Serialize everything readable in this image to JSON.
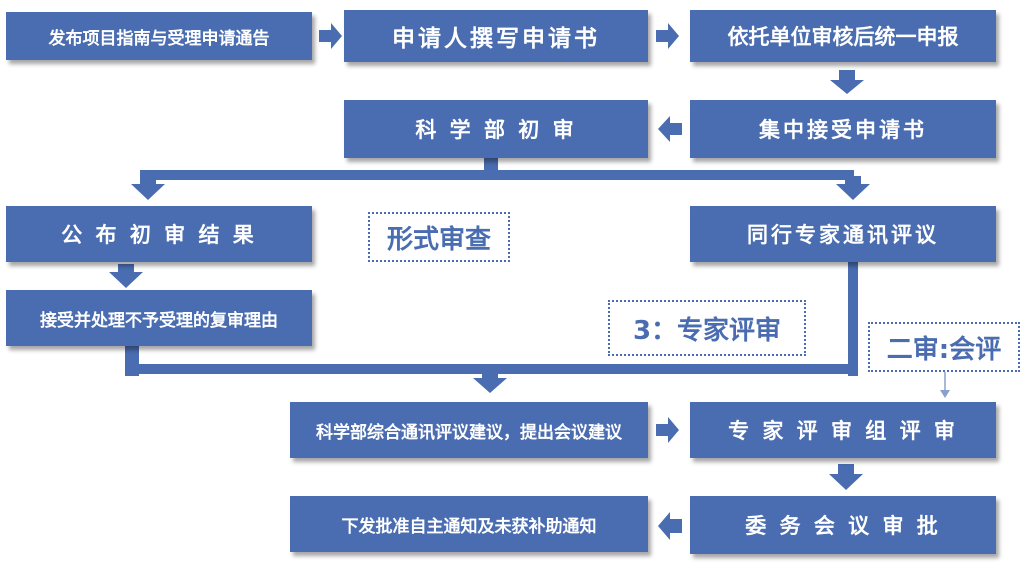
{
  "diagram": {
    "steps": {
      "publish_guide": "发布项目指南与受理申请通告",
      "write_application": "申请人撰写申请书",
      "unit_review": "依托单位审核后统一申报",
      "collect_applications": "集中接受申请书",
      "initial_review": "科 学 部 初 审",
      "publish_initial_results": "公 布 初 审 结 果",
      "peer_review": "同行专家通讯评议",
      "handle_appeals": "接受并处理不予受理的复审理由",
      "integrate_opinions": "科学部综合通讯评议建议，提出会议建议",
      "panel_review": "专 家 评 审 组 评 审",
      "committee_approval": "委 务 会 议 审 批",
      "issue_notices": "下发批准自主通知及未获补助通知"
    },
    "tags": {
      "formal_review": "形式审查",
      "expert_review": "3：专家评审",
      "second_review": "二审:会评"
    },
    "colors": {
      "box_fill": "#4a6cb0",
      "arrow_fill": "#4a6cb0",
      "text": "#ffffff"
    }
  }
}
